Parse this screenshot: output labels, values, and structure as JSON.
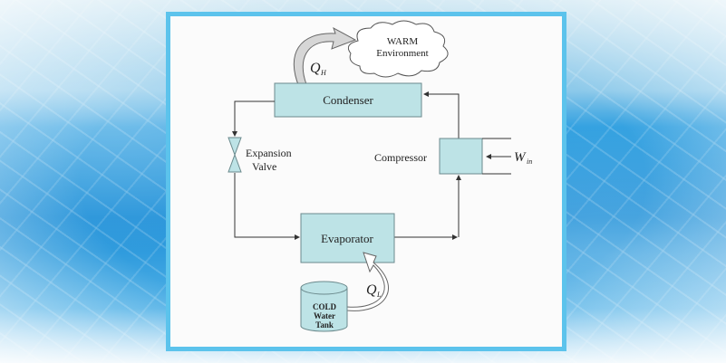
{
  "diagram": {
    "condenser": "Condenser",
    "evaporator": "Evaporator",
    "compressor": "Compressor",
    "expansion_valve": [
      "Expansion",
      "Valve"
    ],
    "warm_environment": [
      "WARM",
      "Environment"
    ],
    "cold_tank": [
      "COLD",
      "Water",
      "Tank"
    ],
    "q_h": {
      "main": "Q",
      "sub": "H"
    },
    "q_l": {
      "main": "Q",
      "sub": "L"
    },
    "w_in": {
      "main": "W",
      "sub": "in"
    }
  },
  "colors": {
    "component_fill": "#bde3e6",
    "frame": "#5cc3ec"
  }
}
